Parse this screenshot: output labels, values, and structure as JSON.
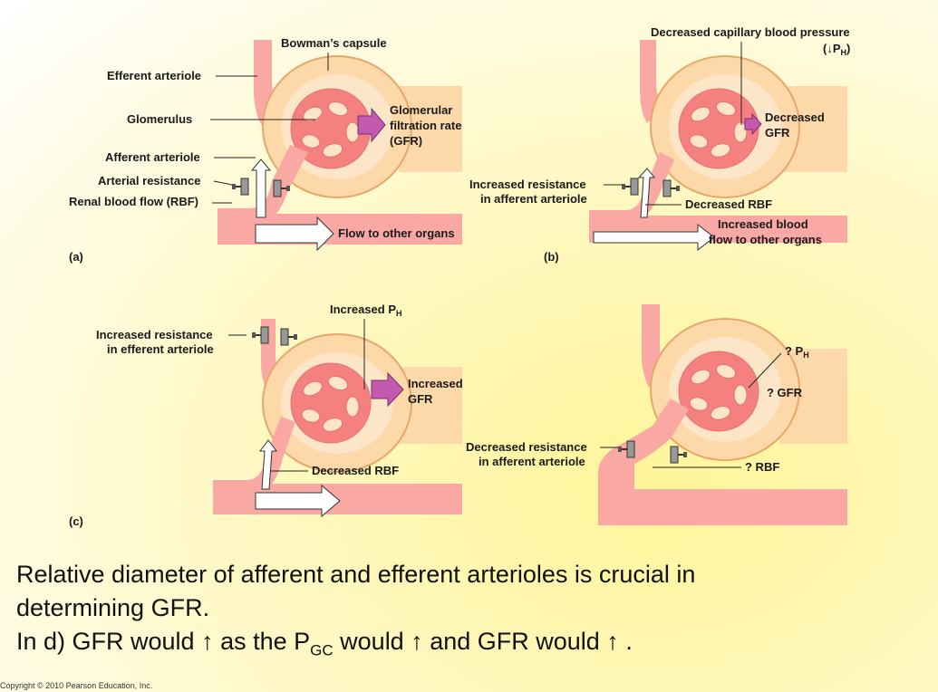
{
  "panels": {
    "a": {
      "tag": "(a)",
      "bowmans_capsule": "Bowman’s capsule",
      "efferent_arteriole": "Efferent arteriole",
      "glomerulus": "Glomerulus",
      "afferent_arteriole": "Afferent arteriole",
      "arterial_resistance": "Arterial resistance",
      "renal_blood_flow": "Renal blood flow (RBF)",
      "gfr_line1": "Glomerular",
      "gfr_line2": "filtration rate",
      "gfr_line3": "(GFR)",
      "flow_other": "Flow to other organs"
    },
    "b": {
      "tag": "(b)",
      "pressure_line1": "Decreased capillary blood pressure",
      "pressure_line2": "(↓P",
      "pressure_sub": "H",
      "pressure_close": ")",
      "gfr_line1": "Decreased",
      "gfr_line2": "GFR",
      "resistance_line1": "Increased resistance",
      "resistance_line2": "in afferent arteriole",
      "rbf": "Decreased RBF",
      "flow_line1": "Increased blood",
      "flow_line2": "flow to other organs"
    },
    "c": {
      "tag": "(c)",
      "ph": "Increased P",
      "ph_sub": "H",
      "resistance_line1": "Increased resistance",
      "resistance_line2": "in efferent arteriole",
      "gfr_line1": "Increased",
      "gfr_line2": "GFR",
      "rbf": "Decreased RBF"
    },
    "d": {
      "ph": "? P",
      "ph_sub": "H",
      "gfr": "? GFR",
      "resistance_line1": "Decreased resistance",
      "resistance_line2": "in afferent arteriole",
      "rbf": "? RBF"
    }
  },
  "caption": {
    "line1": "Relative diameter of afferent and efferent arterioles is crucial in",
    "line2": "determining GFR.",
    "line3_a": "In d) GFR would ",
    "arrow": "↑",
    "line3_b": " as the P",
    "sub": "GC",
    "line3_c": "  would ",
    "line3_d": " and GFR would ",
    "line3_e": " ."
  },
  "copyright": "Copyright © 2010 Pearson Education, Inc."
}
